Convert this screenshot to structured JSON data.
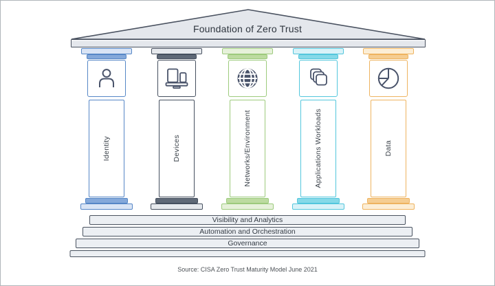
{
  "title": "Foundation of Zero Trust",
  "pillars": [
    {
      "label": "Identity",
      "icon": "person-icon",
      "colors": {
        "stroke": "#5586c6",
        "medium": "#84a8da",
        "light": "#d9e4f5"
      }
    },
    {
      "label": "Devices",
      "icon": "devices-icon",
      "colors": {
        "stroke": "#454f5e",
        "medium": "#5f6977",
        "light": "#e6e9ed"
      }
    },
    {
      "label": "Networks/Environment",
      "icon": "globe-icon",
      "colors": {
        "stroke": "#9cca7c",
        "medium": "#bcdba0",
        "light": "#e6f1da"
      }
    },
    {
      "label": "Applications Workloads",
      "icon": "apps-stack-icon",
      "colors": {
        "stroke": "#52c6dc",
        "medium": "#85d9e8",
        "light": "#d9f2f8"
      }
    },
    {
      "label": "Data",
      "icon": "pie-chart-icon",
      "colors": {
        "stroke": "#eeb35f",
        "medium": "#f5cd92",
        "light": "#fceed6"
      }
    }
  ],
  "foundation_bars": [
    {
      "label": "Visibility and Analytics"
    },
    {
      "label": "Automation and Orchestration"
    },
    {
      "label": "Governance"
    }
  ],
  "source": "Source: CISA Zero Trust Maturity Model June 2021",
  "structure_colors": {
    "pediment_fill": "#e4e7ec",
    "outline": "#4a5260",
    "bar_fill": "#eceff3",
    "icon_ink": "#49536a"
  }
}
